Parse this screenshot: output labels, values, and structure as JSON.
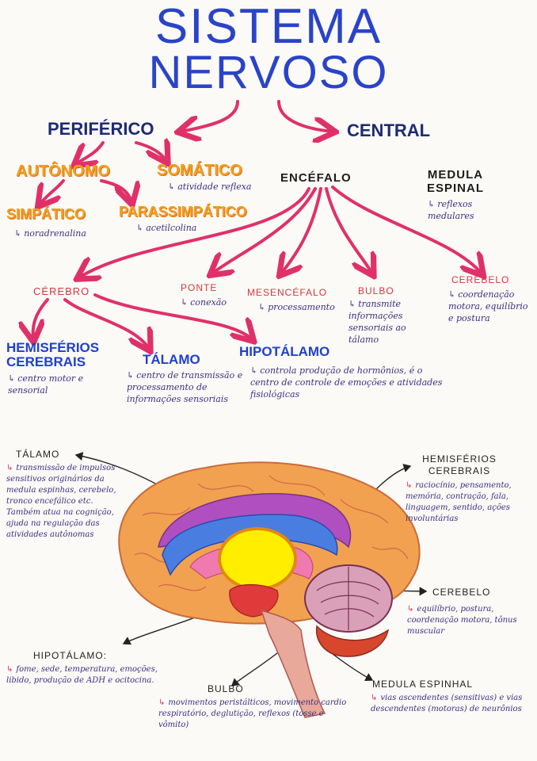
{
  "title": {
    "line1": "SISTEMA",
    "line2": "NERVOSO"
  },
  "top": {
    "periferico": "PERIFÉRICO",
    "central": "CENTRAL"
  },
  "peripheral": {
    "autonomo": "AUTÔNOMO",
    "somatico": "SOMÁTICO",
    "somatico_note": "atividade reflexa",
    "simpatico": "SIMPÁTICO",
    "simpatico_note": "noradrenalina",
    "parassimpatico": "PARASSIMPÁTICO",
    "parassimpatico_note": "acetilcolina"
  },
  "central": {
    "encefalo": "ENCÉFALO",
    "medula": "MEDULA ESPINAL",
    "medula_note": "reflexos medulares",
    "cerebro": "CÉREBRO",
    "ponte": "PONTE",
    "ponte_note": "conexão",
    "mesencefalo": "MESENCÉFALO",
    "mesencefalo_note": "processamento",
    "bulbo": "BULBO",
    "bulbo_note": "transmite informações sensoriais ao tálamo",
    "cerebelo": "CEREBELO",
    "cerebelo_note": "coordenação motora, equilíbrio e postura"
  },
  "cerebro_parts": {
    "hemisferios": "HEMISFÉRIOS CEREBRAIS",
    "hemisferios_note": "centro motor e sensorial",
    "talamo": "TÁLAMO",
    "talamo_note": "centro de transmissão e processamento de informações sensoriais",
    "hipotalamo": "HIPOTÁLAMO",
    "hipotalamo_note": "controla produção de hormônios, é o centro de controle de emoções e atividades fisiológicas"
  },
  "diagram": {
    "talamo_label": "TÁLAMO",
    "talamo_text": "transmissão de impulsos sensitivos originários da medula espinhas, cerebelo, tronco encefálico etc. Também atua na cognição, ajuda na regulação das atividades autônomas",
    "hemisferios_label": "HEMISFÉRIOS CEREBRAIS",
    "hemisferios_text": "raciocínio, pensamento, memória, contração, fala, linguagem, sentido, ações involuntárias",
    "cerebelo_label": "CEREBELO",
    "cerebelo_text": "equilíbrio, postura, coordenação motora, tônus muscular",
    "hipotalamo_label": "HIPOTÁLAMO:",
    "hipotalamo_text": "fome, sede, temperatura, emoções, libido, produção de ADH e ocitocina.",
    "bulbo_label": "BULBO",
    "bulbo_text": "movimentos peristálticos, movimento cardio respiratório, deglutição, reflexos (tosse e vômito)",
    "medula_label": "MEDULA ESPINHAL",
    "medula_text": "vias ascendentes (sensitivas) e vias descendentes (motoras) de neurônios"
  },
  "colors": {
    "arrow": "#e0306a",
    "title": "#2a43c8"
  }
}
